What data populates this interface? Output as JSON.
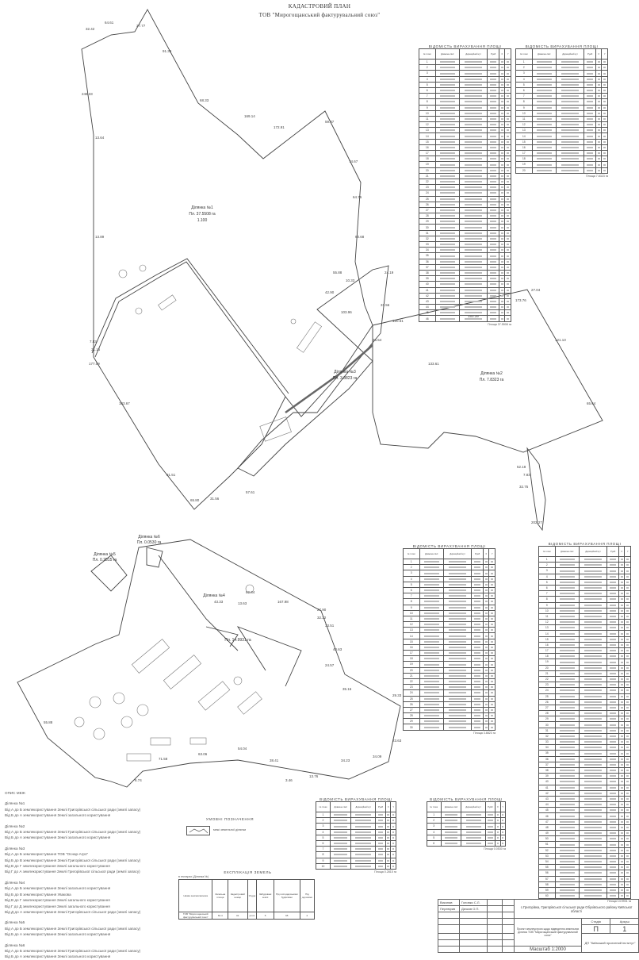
{
  "header": {
    "title": "КАДАСТРОВИЙ ПЛАН",
    "subtitle": "ТОВ \"Мирогощанський фактурувальний союз\""
  },
  "parcels": [
    {
      "name": "Ділянка №1",
      "area": "Пл. 37.5508 га",
      "code": "1.100"
    },
    {
      "name": "Ділянка №2",
      "area": "Пл. 7.8323 га"
    },
    {
      "name": "Ділянка №3",
      "area": "Пл. 3.8823 га"
    },
    {
      "name": "Ділянка №4",
      "area": "Пл. 14.9931 га"
    },
    {
      "name": "Ділянка №5",
      "area": "Пл. 0.2815 га"
    },
    {
      "name": "Ділянка №6",
      "area": "Пл. 0.0530 га"
    }
  ],
  "edge_labels": [
    "32.42",
    "64.61",
    "37.77",
    "91.39",
    "68.33",
    "169.14",
    "13.64",
    "246.33",
    "13.89",
    "7.83",
    "31.16",
    "177.09",
    "103.67",
    "81.51",
    "65.80",
    "31.56",
    "57.61",
    "172.91",
    "59.37",
    "74.67",
    "64.75",
    "60.68",
    "55.88",
    "42.90",
    "10.33",
    "103.96",
    "36.54",
    "31.56",
    "24.19",
    "120.61",
    "133.61",
    "153.39",
    "173.76",
    "27.04",
    "121.13",
    "65.64",
    "52.18",
    "7.83",
    "32.75",
    "202.27",
    "62.64",
    "13.63",
    "43.33",
    "167.98",
    "27.90",
    "33.51",
    "40.63",
    "24.57",
    "35.16",
    "29.33",
    "23.63",
    "34.09",
    "34.23",
    "13.76",
    "3.46",
    "38.41",
    "54.04",
    "63.06",
    "71.58",
    "6.74",
    "32.32",
    "55.88"
  ],
  "tables": [
    {
      "caption": "ВІДОМІСТЬ ВИРАХУВАННЯ ПЛОЩІ",
      "headers": [
        "№ точки",
        "Довжина лінії",
        "Дирекційний кут",
        "Румб",
        "X",
        "Y"
      ],
      "points": 46,
      "footer": "Площа  37.5508 га"
    },
    {
      "caption": "ВІДОМІСТЬ ВИРАХУВАННЯ ПЛОЩІ",
      "headers": [
        "№ точки",
        "Довжина лінії",
        "Дирекційний кут",
        "Румб",
        "X",
        "Y"
      ],
      "points": 20,
      "footer": "Площа  7.8323 га"
    },
    {
      "caption": "ВІДОМІСТЬ ВИРАХУВАННЯ ПЛОЩІ",
      "headers": [
        "№ точки",
        "Довжина лінії",
        "Дирекційний кут",
        "Румб",
        "X",
        "Y"
      ],
      "points": 30,
      "footer": "Площа  3.8823 га"
    },
    {
      "caption": "ВІДОМІСТЬ ВИРАХУВАННЯ ПЛОЩІ",
      "headers": [
        "№ точки",
        "Довжина лінії",
        "Дирекційний кут",
        "Румб",
        "X",
        "Y"
      ],
      "points": 60,
      "footer": "Площа  14.9931 га"
    },
    {
      "caption": "ВІДОМІСТЬ ВИРАХУВАННЯ ПЛОЩІ",
      "headers": [
        "№ точки",
        "Довжина лінії",
        "Дирекційний кут",
        "Румб",
        "X",
        "Y"
      ],
      "points": 10,
      "footer": "Площа  0.2815 га"
    },
    {
      "caption": "ВІДОМІСТЬ ВИРАХУВАННЯ ПЛОЩІ",
      "headers": [
        "№ точки",
        "Довжина лінії",
        "Дирекційний кут",
        "Румб",
        "X",
        "Y"
      ],
      "points": 6,
      "footer": "Площа  0.0530 га"
    }
  ],
  "neighbours": {
    "title": "ОПИС МЕЖ",
    "groups": [
      {
        "name": "Ділянка №1",
        "lines": [
          "Від А до Б землекористування Землі Григорівської сільської ради (землі запасу)",
          "Від Б до А землекористування Землі загального користування"
        ]
      },
      {
        "name": "Ділянка №2",
        "lines": [
          "Від А до Б землекористування Землі Григорівської сільської ради (землі запасу)",
          "Від Б до А землекористування Землі загального користування"
        ]
      },
      {
        "name": "Ділянка №3",
        "lines": [
          "Від А до Б землекористування ТОВ \"Оснар-Агро\"",
          "Від Б до В землекористування Землі Григорівської сільської ради (землі запасу)",
          "Від В до Г землекористування Землі загального користування",
          "Від Г до А землекористування Землі Григорівської сільської ради (землі запасу)"
        ]
      },
      {
        "name": "Ділянка №4",
        "lines": [
          "Від А до Б землекористування Землі загального користування",
          "Від Б до В землекористування Увакова",
          "Від В до Г землекористування Землі загального користування",
          "Від Г до Д землекористування Землі загального користування",
          "Від Д до А землекористування Землі Григорівської сільської ради (землі запасу)"
        ]
      },
      {
        "name": "Ділянка №5",
        "lines": [
          "Від А до Б землекористування Землі Григорівської сільської ради (землі запасу)",
          "Від Б до А землекористування Землі загального користування"
        ]
      },
      {
        "name": "Ділянка №6",
        "lines": [
          "Від А до Б землекористування Землі Григорівської сільської ради (землі запасу)",
          "Від Б до А землекористування Землі загального користування"
        ]
      }
    ]
  },
  "conventions": {
    "title": "УМОВНІ ПОЗНАЧЕННЯ",
    "item": "межі земельної ділянки"
  },
  "explication": {
    "title": "ЕКСПЛІКАЦІЯ ЗЕМЕЛЬ",
    "unit": "в гектарах (Ділянка №)",
    "headers": [
      "Назва землевласника",
      "Загальна площа",
      "Кадастровий номер",
      "Угіддя",
      "Забудовані землі",
      "Під господарськими будівлями",
      "Під дорогами"
    ],
    "row": [
      "ТОВ \"Мирогощанський фактурувальний союз\"",
      "64.4",
      "01",
      "ріллі",
      "5",
      "65",
      "2"
    ]
  },
  "stamp": {
    "rows": [
      [
        "Виконав",
        "Головко С.Л."
      ],
      [
        "Перевірив",
        "Дячков О.П."
      ]
    ],
    "place": "с.Григорівка, Григорівської сільської ради Обухівського району Київської області",
    "desc": "Проект землеустрою щодо відведення земельних ділянок ТОВ \"Мирогощанський фактурувальний союз\"",
    "stage_h": [
      "Стадія",
      "Аркуш",
      "Аркушів"
    ],
    "stage": [
      "П",
      "1",
      ""
    ],
    "org": "ДП \"Київський проектний інститут\"",
    "scale": "Масштаб 1:2000"
  }
}
